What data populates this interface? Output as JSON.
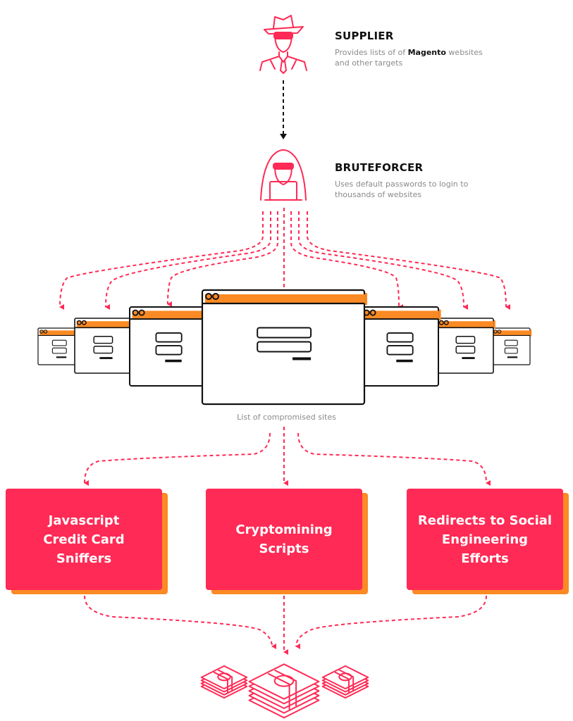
{
  "diagram": {
    "supplier": {
      "icon": "spy-hat-icon",
      "title": "SUPPLIER",
      "desc_prefix": "Provides lists of of ",
      "desc_bold": "Magento",
      "desc_suffix": " websites and other targets"
    },
    "bruteforcer": {
      "icon": "hooded-hacker-laptop-icon",
      "title": "BRUTEFORCER",
      "desc": "Uses default passwords to login to thousands of websites"
    },
    "sites_caption": "List of compromised sites",
    "outcomes": [
      {
        "label": "Javascript\nCredit Card\nSniffers"
      },
      {
        "label": "Cryptomining\nScripts"
      },
      {
        "label": "Redirects to Social\nEngineering\nEfforts"
      }
    ],
    "result_icon": "money-stacks-icon",
    "colors": {
      "accent_red": "#ff2a55",
      "accent_orange": "#fb8a24",
      "outline": "#111111",
      "muted_text": "#8a8a8a"
    }
  }
}
